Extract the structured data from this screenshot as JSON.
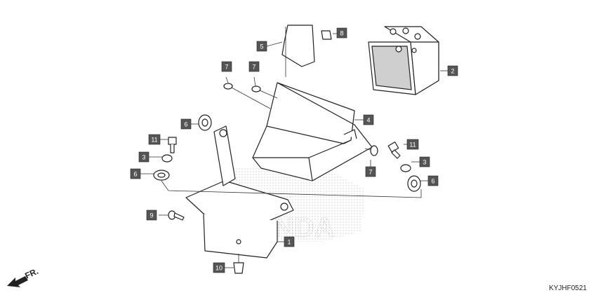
{
  "diagram": {
    "code": "KYJHF0521",
    "direction_label": "FR.",
    "watermark": "HONDA",
    "callouts": {
      "c1": "1",
      "c2": "2",
      "c3a": "3",
      "c3b": "3",
      "c4": "4",
      "c5": "5",
      "c6a": "6",
      "c6b": "6",
      "c6c": "6",
      "c7a": "7",
      "c7b": "7",
      "c7c": "7",
      "c8": "8",
      "c9": "9",
      "c10": "10",
      "c11a": "11",
      "c11b": "11"
    },
    "colors": {
      "callout_box": "#555555",
      "line": "#222222",
      "background": "#ffffff"
    }
  }
}
